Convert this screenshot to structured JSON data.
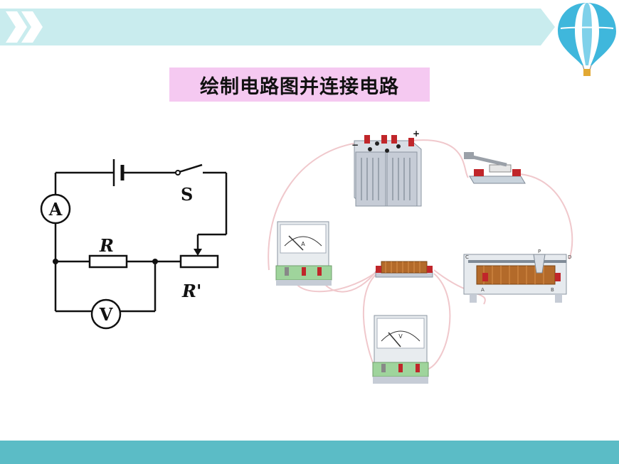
{
  "slide": {
    "title": "绘制电路图并连接电路"
  },
  "schematic": {
    "ammeter_symbol": "A",
    "voltmeter_symbol": "V",
    "switch_label": "S",
    "resistor_label": "R",
    "rheostat_label": "R'"
  },
  "apparatus": {
    "battery_terminal_neg": "−",
    "battery_terminal_pos": "+",
    "ammeter_dial_letter": "A",
    "voltmeter_dial_letter": "V",
    "rheostat_terminals": [
      "C",
      "P",
      "D",
      "A",
      "B"
    ]
  },
  "colors": {
    "header_band": "#bfe6ea",
    "title_bg": "#f5c9f1",
    "footer_band": "#5bbcc6",
    "wire_pink": "#f0c8cc"
  }
}
